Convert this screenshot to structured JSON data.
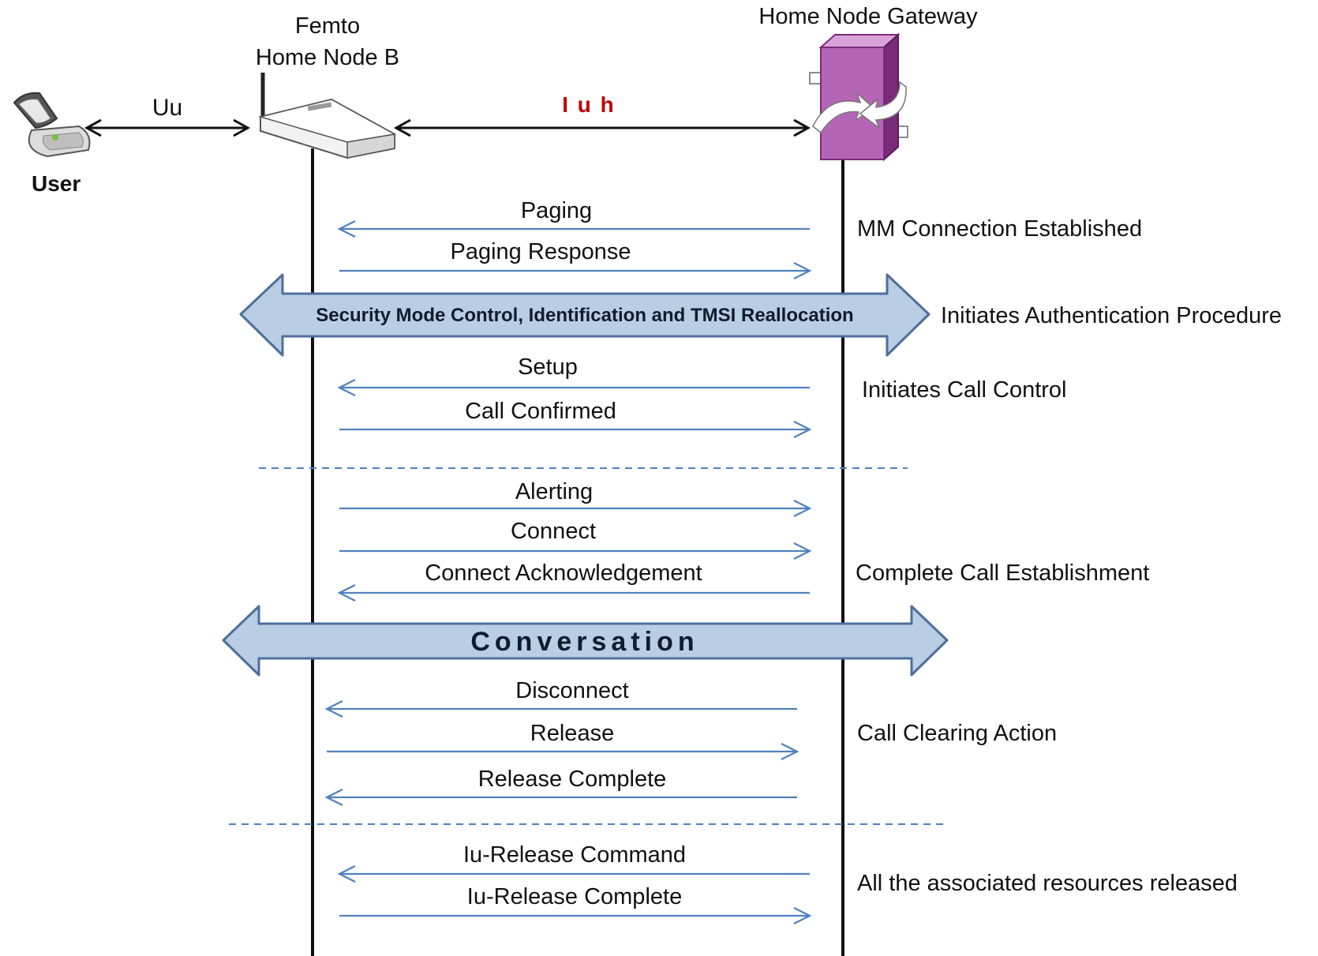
{
  "participants": {
    "user_label": "User",
    "femto_label_line1": "Femto",
    "femto_label_line2": "Home Node B",
    "gateway_label": "Home Node  Gateway"
  },
  "interfaces": {
    "uu_label": "Uu",
    "iuh_label": "I u h",
    "iuh_color": "#c00000"
  },
  "messages": [
    {
      "label": "Paging",
      "direction": "left"
    },
    {
      "label": "Paging Response",
      "direction": "right"
    },
    {
      "label": "Setup",
      "direction": "left"
    },
    {
      "label": "Call Confirmed",
      "direction": "right"
    },
    {
      "label": "Alerting",
      "direction": "right"
    },
    {
      "label": "Connect",
      "direction": "right"
    },
    {
      "label": "Connect  Acknowledgement",
      "direction": "left"
    },
    {
      "label": "Disconnect",
      "direction": "left"
    },
    {
      "label": "Release",
      "direction": "right"
    },
    {
      "label": "Release Complete",
      "direction": "left"
    },
    {
      "label": "Iu-Release Command",
      "direction": "left"
    },
    {
      "label": "Iu-Release Complete",
      "direction": "right"
    }
  ],
  "bands": {
    "security_label": "Security Mode Control, Identification and TMSI Reallocation",
    "conversation_label": "Conversation",
    "band_fill": "#b9cde5",
    "band_stroke": "#4f6f9a"
  },
  "notes": {
    "mm_connection": "MM Connection Established",
    "auth": "Initiates Authentication Procedure",
    "call_control": "Initiates Call Control",
    "complete_call": "Complete Call Establishment",
    "clearing": "Call Clearing Action",
    "resources": "All the associated resources released"
  },
  "colors": {
    "message_arrow": "#4f81bd",
    "gateway_fill": "#b565b5",
    "gateway_dark": "#7a2a7a"
  }
}
